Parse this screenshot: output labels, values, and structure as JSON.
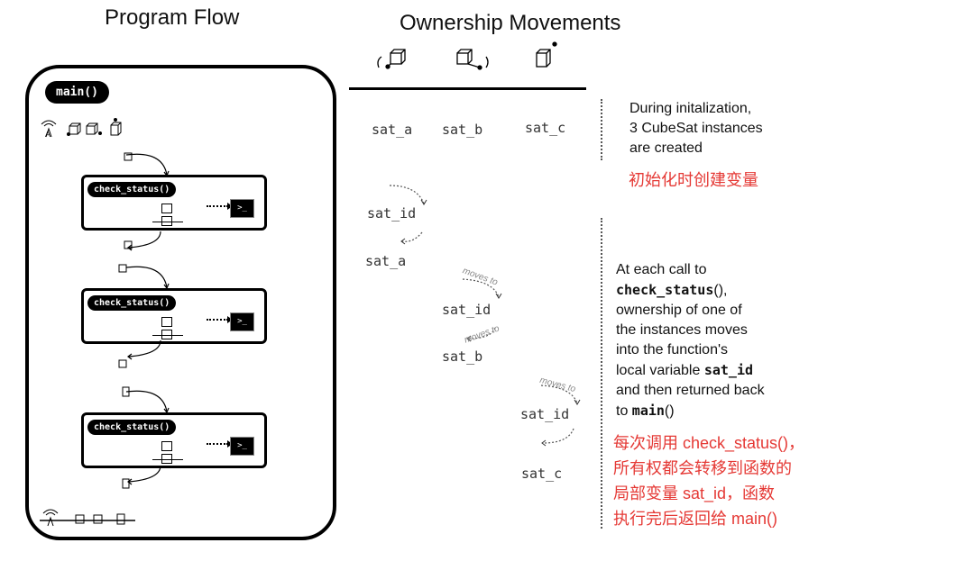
{
  "left": {
    "title": "Program Flow",
    "main_label": "main()",
    "fn_label": "check_status()",
    "term_glyph": ">_"
  },
  "right": {
    "title": "Ownership Movements",
    "vars": {
      "sat_a": "sat_a",
      "sat_b": "sat_b",
      "sat_c": "sat_c",
      "sat_id": "sat_id"
    },
    "moves_to": "moves to",
    "init_desc_lines": [
      "During initalization,",
      "3 CubeSat instances",
      "are created"
    ],
    "init_cn": "初始化时创建变量",
    "call_desc": {
      "l1": "At each call to",
      "code1": "check_status",
      "l2_suffix": "(),",
      "l3": "ownership of one of",
      "l4": "the instances moves",
      "l5": "into the function's",
      "l6_prefix": "local variable ",
      "code2": "sat_id",
      "l7": "and then returned back",
      "l8_prefix": "to ",
      "code3": "main",
      "l8_suffix": "()"
    },
    "call_cn_lines": [
      "每次调用 check_status()，",
      "所有权都会转移到函数的",
      "局部变量 sat_id，函数",
      "执行完后返回给 main()"
    ]
  },
  "colors": {
    "annotation": "#e53935",
    "ink": "#000000"
  }
}
